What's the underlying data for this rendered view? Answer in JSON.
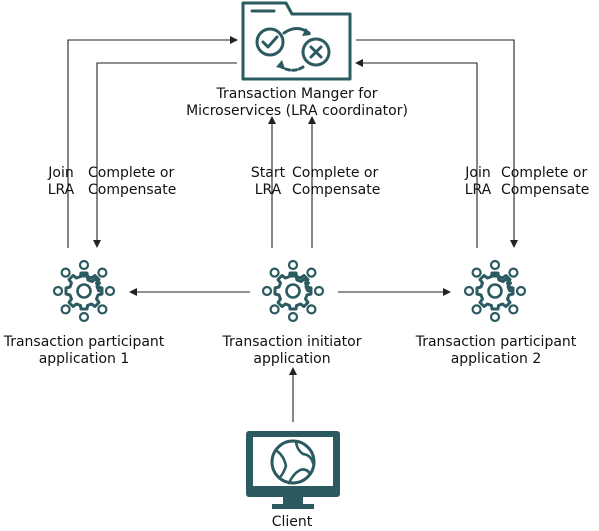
{
  "colors": {
    "icon": "#2b5a60",
    "line": "#222222",
    "text": "#111111"
  },
  "coordinator": {
    "icon": "folder-transaction-icon",
    "title_line1": "Transaction Manger for",
    "title_line2": "Microservices (LRA coordinator)"
  },
  "participant1": {
    "icon": "gear-icon",
    "label_line1": "Transaction participant",
    "label_line2": "application 1",
    "up_label": [
      "Join",
      "LRA"
    ],
    "down_label": [
      "Complete or",
      "Compensate"
    ]
  },
  "initiator": {
    "icon": "gear-icon",
    "label_line1": "Transaction initiator",
    "label_line2": "application",
    "up_label": [
      "Start",
      "LRA"
    ],
    "down_label": [
      "Complete or",
      "Compensate"
    ]
  },
  "participant2": {
    "icon": "gear-icon",
    "label_line1": "Transaction participant",
    "label_line2": "application 2",
    "up_label": [
      "Join",
      "LRA"
    ],
    "down_label": [
      "Complete or",
      "Compensate"
    ]
  },
  "client": {
    "icon": "monitor-globe-icon",
    "label": "Client"
  }
}
